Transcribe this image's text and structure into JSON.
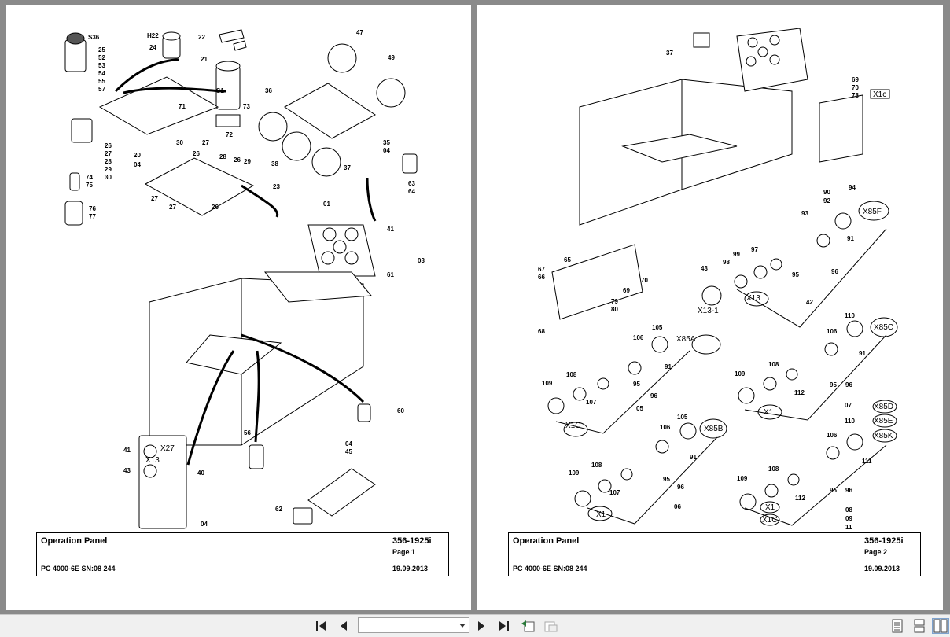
{
  "pages": [
    {
      "title": "Operation Panel",
      "doc_number": "356-1925i",
      "page_label": "Page 1",
      "machine": "PC 4000-6E SN:08 244",
      "date": "19.09.2013"
    },
    {
      "title": "Operation Panel",
      "doc_number": "356-1925i",
      "page_label": "Page 2",
      "machine": "PC 4000-6E SN:08 244",
      "date": "19.09.2013"
    }
  ],
  "toolbar": {
    "page_select_value": "",
    "icons": [
      "first-page-icon",
      "previous-page-icon",
      "next-page-icon",
      "last-page-icon",
      "go-back-icon",
      "go-forward-icon",
      "single-page-view-icon",
      "continuous-view-icon",
      "facing-view-icon"
    ]
  }
}
